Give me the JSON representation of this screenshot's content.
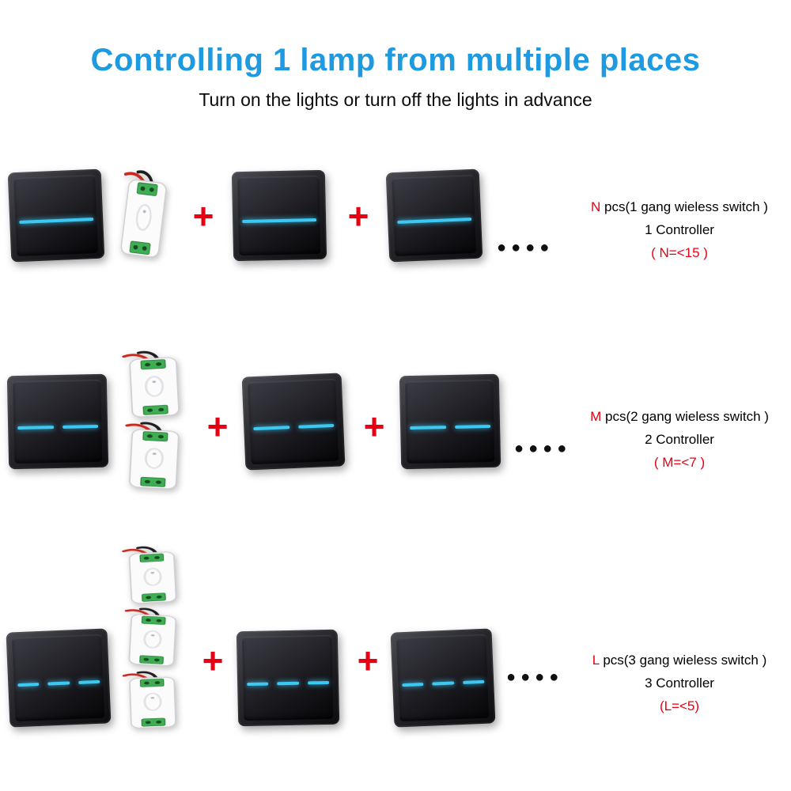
{
  "header": {
    "title": "Controlling 1 lamp from multiple places",
    "subtitle": "Turn on the lights or turn off the lights in advance"
  },
  "symbols": {
    "plus": "+",
    "dots": "●●●●"
  },
  "colors": {
    "title_blue": "#1d9ae0",
    "accent_red": "#e60012",
    "indicator_blue": "#3cc8f3",
    "switch_body": "#1c1c21",
    "terminal_green": "#3fae53"
  },
  "rows": [
    {
      "letter": "N",
      "label": " pcs(1 gang wieless switch )",
      "controller": "1 Controller",
      "constraint": "( N=<15 )"
    },
    {
      "letter": "M",
      "label": " pcs(2 gang wieless switch )",
      "controller": "2 Controller",
      "constraint": "( M=<7 )"
    },
    {
      "letter": "L",
      "label": " pcs(3 gang wieless switch )",
      "controller": "3 Controller",
      "constraint": "(L=<5)"
    }
  ]
}
